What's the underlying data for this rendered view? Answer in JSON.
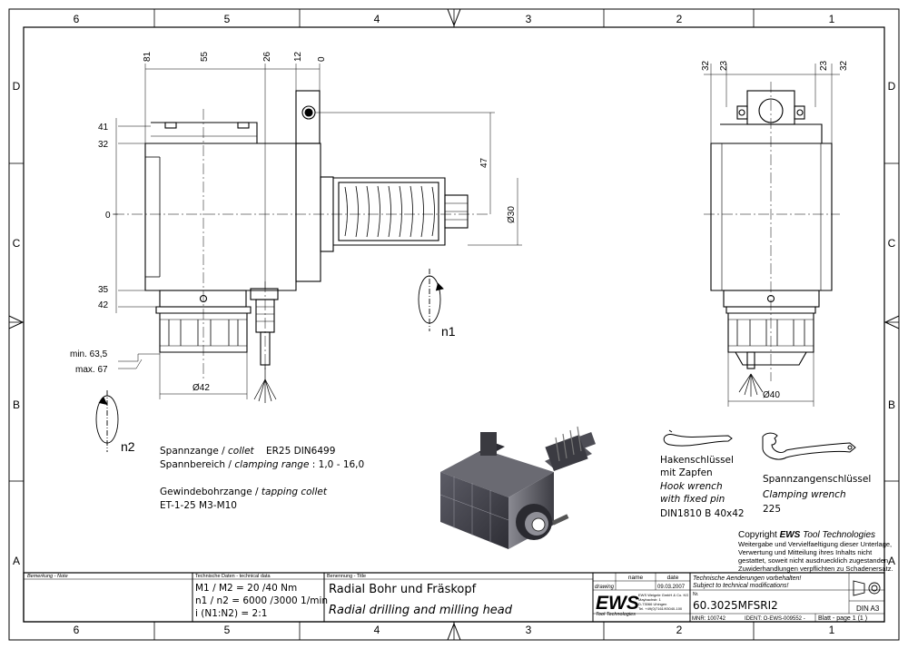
{
  "frame": {
    "columns": [
      "6",
      "5",
      "4",
      "3",
      "2",
      "1"
    ],
    "rows": [
      "D",
      "C",
      "B",
      "A"
    ]
  },
  "dims_front": {
    "top": [
      "81",
      "55",
      "26",
      "12",
      "0"
    ],
    "left": [
      "41",
      "32",
      "0",
      "35",
      "42"
    ],
    "min_label": "min. 63,5",
    "max_label": "max. 67",
    "d42": "Ø42",
    "d30": "Ø30",
    "v47": "47"
  },
  "dims_side": {
    "top": [
      "32",
      "23",
      "23",
      "32"
    ],
    "d40": "Ø40"
  },
  "rotation": {
    "n1": "n1",
    "n2": "n2"
  },
  "specs": {
    "line1_de": "Spannzange /",
    "line1_en": "collet",
    "line1_val": "ER25    DIN6499",
    "line2_de": "Spannbereich /",
    "line2_en": "clamping range",
    "line2_val": ": 1,0 - 16,0",
    "line3_de": "Gewindebohrzange /",
    "line3_en": "tapping collet",
    "line4": "ET-1-25   M3-M10"
  },
  "wrench1": {
    "l1": "Hakenschlüssel",
    "l2": "mit Zapfen",
    "l3": "Hook wrench",
    "l4": "with fixed pin",
    "l5": "DIN1810 B 40x42"
  },
  "wrench2": {
    "l1": "Spannzangenschlüssel",
    "l2": "Clamping wrench",
    "l3": "225"
  },
  "copyright": {
    "title_pre": "Copyright ",
    "title_brand": "EWS",
    "title_post": " Tool Technologies",
    "l1": "Weitergabe und Vervielfaeltigung dieser Unterlage,",
    "l2": "Verwertung und Mitteilung ihres Inhalts nicht",
    "l3": "gestattet, soweit nicht ausdruecklich zugestanden.",
    "l4": "Zuwiderhandlungen verpflichten zu Schadenersatz."
  },
  "titleblock": {
    "remark_label": "Bemerkung - Note",
    "tech_label": "Technische Daten - technical data",
    "tech_l1": "M1 / M2 = 20  /40  Nm",
    "tech_l2": "n1 / n2 = 6000 /3000  1/min",
    "tech_l3": "i  (N1:N2) = 2:1",
    "name_label": "Benennung - Title",
    "title_de": "Radial Bohr und Fräskopf",
    "title_en": "Radial drilling and milling head",
    "hdr_name": "name",
    "hdr_date": "date",
    "drawing_label": "drawing",
    "drawing_date": "09.03.2007",
    "logo": "EWS",
    "logo_sub": "Tool Technologies",
    "company_l1": "EWS Weigele GmbH & Co. KG",
    "company_l2": "Maybachstr. 1",
    "company_l3": "D-73066 Uhingen",
    "company_l4": "Tel. +49(0)7161/93040-100",
    "notice_de": "Technische Aenderungen vorbehalten!",
    "notice_en": "Subject to technical modifications!",
    "nr_label": "Nr.",
    "part_no": "60.3025MFSRI2",
    "din": "DIN A3",
    "mnr": "MNR: 100742",
    "ident": "IDENT: O-EWS-009552 -",
    "blatt": "Blatt - page  1 (1 )"
  }
}
